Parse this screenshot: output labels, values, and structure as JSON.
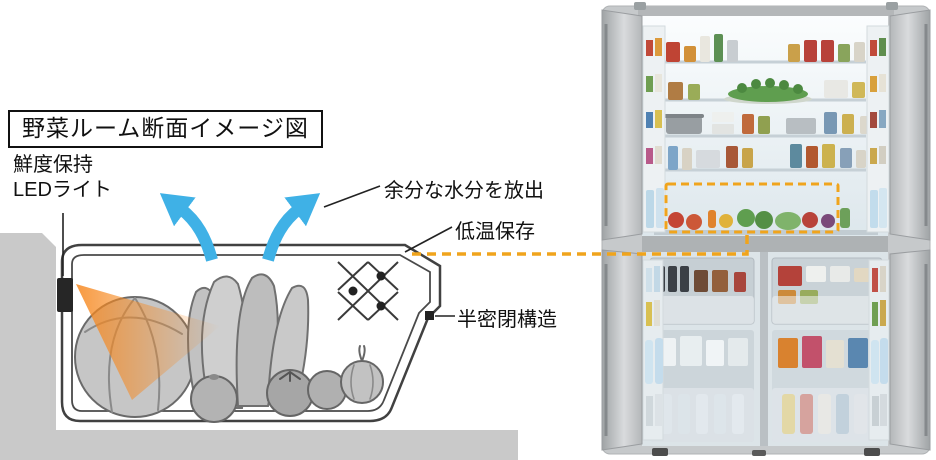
{
  "diagram": {
    "title": "野菜ルーム断面イメージ図",
    "labels": {
      "led_line1": "鮮度保持",
      "led_line2": "LEDライト",
      "moisture": "余分な水分を放出",
      "low_temp": "低温保存",
      "semi_sealed": "半密閉構造"
    }
  },
  "colors": {
    "highlight_yellow": "#f0a41c",
    "arrow_blue": "#3fb1e6",
    "led_beam_orange": "#f6881f",
    "backdrop_gray": "#c9c9c9",
    "line_dark": "#222222"
  }
}
